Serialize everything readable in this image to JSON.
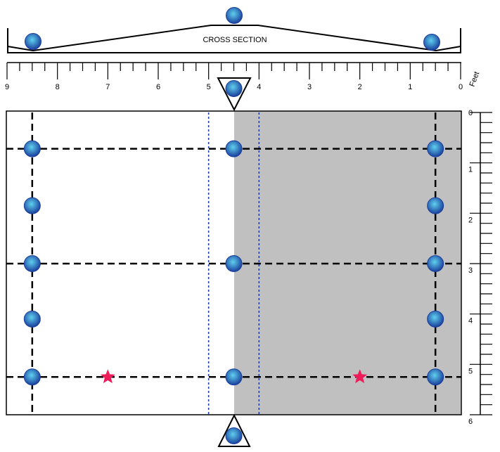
{
  "cross_section_label": "CROSS SECTION",
  "top_axis": {
    "unit": "Feet",
    "min": 0,
    "max": 9,
    "reversed": true,
    "labels": [
      "9",
      "8",
      "7",
      "6",
      "5",
      "4",
      "3",
      "2",
      "1",
      "0"
    ],
    "minor_ticks_per_unit": 4
  },
  "right_axis": {
    "min": 0,
    "max": 6,
    "labels": [
      "0",
      "1",
      "2",
      "3",
      "4",
      "5",
      "6"
    ],
    "minor_ticks_per_unit": 5
  },
  "colors": {
    "shaded_region": "#c0c0c0",
    "grid_line": "#000000",
    "boundary_dotted": "#1e3fb4",
    "node_fill_center": "#5fd0ee",
    "node_fill_edge": "#1a3f9c",
    "star": "#ee1c58"
  },
  "shaded_region_feet": {
    "from": 0,
    "to": 4.5
  },
  "boundary_lines_feet": [
    5.0,
    4.0
  ],
  "vertical_grid_feet": [
    8.5,
    0.5
  ],
  "horizontal_grid_depth": [
    0.72,
    3.0,
    5.25
  ],
  "nodes": [
    {
      "ft": 8.5,
      "depth": 0.72
    },
    {
      "ft": 4.5,
      "depth": 0.72
    },
    {
      "ft": 0.5,
      "depth": 0.72
    },
    {
      "ft": 8.5,
      "depth": 1.85
    },
    {
      "ft": 0.5,
      "depth": 1.85
    },
    {
      "ft": 8.5,
      "depth": 3.0
    },
    {
      "ft": 4.5,
      "depth": 3.0
    },
    {
      "ft": 0.5,
      "depth": 3.0
    },
    {
      "ft": 8.5,
      "depth": 4.1
    },
    {
      "ft": 0.5,
      "depth": 4.1
    },
    {
      "ft": 8.5,
      "depth": 5.25
    },
    {
      "ft": 4.5,
      "depth": 5.25
    },
    {
      "ft": 0.5,
      "depth": 5.25
    }
  ],
  "stars": [
    {
      "ft": 7.0,
      "depth": 5.25
    },
    {
      "ft": 2.0,
      "depth": 5.25
    }
  ],
  "markers_feet": {
    "top": 4.5,
    "bottom": 4.5
  }
}
